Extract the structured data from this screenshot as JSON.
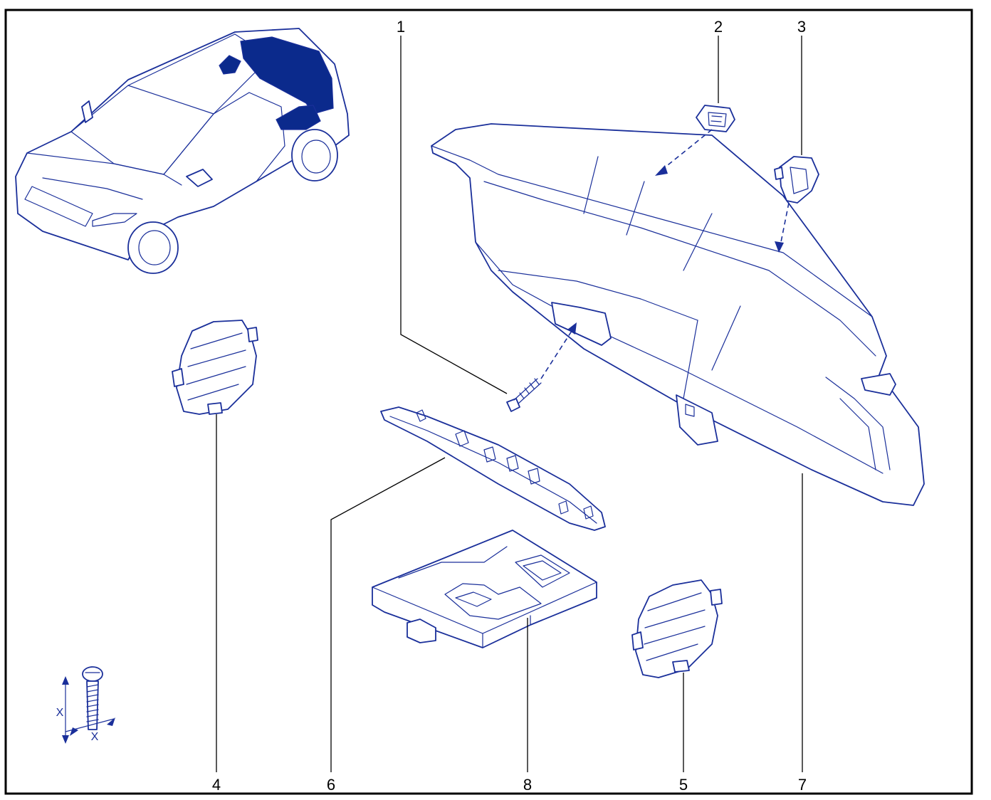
{
  "diagram": {
    "callouts": [
      "1",
      "2",
      "3",
      "4",
      "5",
      "6",
      "7",
      "8"
    ],
    "fastener_dimension_label": "X",
    "colors": {
      "line": "#1a2f9a",
      "highlight": "#0b2a8c",
      "frame": "#000000"
    },
    "icons": {
      "vehicle": "hatchback-vehicle-locator",
      "fastener": "screw-dimension-symbol"
    }
  }
}
